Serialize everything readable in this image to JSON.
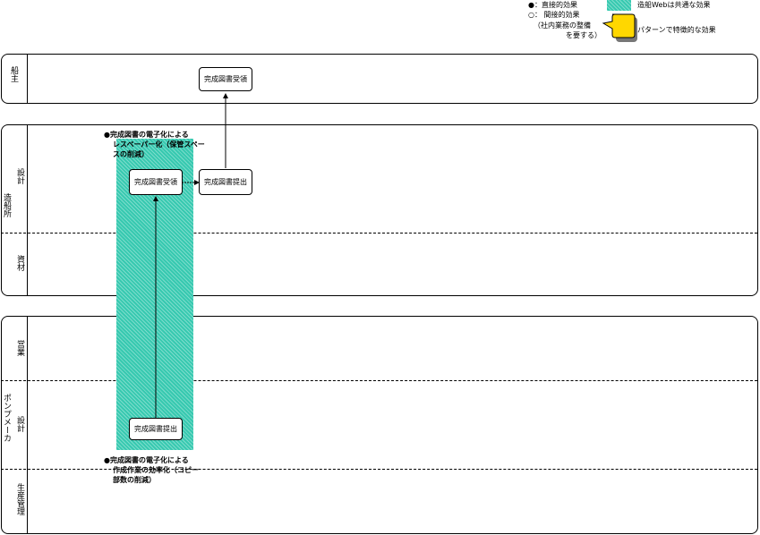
{
  "legend": {
    "direct": "●：直接的効果",
    "indirect": "○： 間接的効果",
    "indirect_note_1": "（社内業務の整備",
    "indirect_note_2": "を要する）",
    "web_common": "造船Webは共通な効果",
    "pattern": "パターンで特徴的な効果",
    "colors": {
      "teal": "#37c9b0",
      "yellow": "#ffd700"
    }
  },
  "lanes": {
    "owner": {
      "label": "船主"
    },
    "shipyard": {
      "label": "造船所",
      "sub": [
        "設計",
        "資材"
      ]
    },
    "pump_maker": {
      "label": "ポンプメーカ",
      "sub": [
        "営業",
        "設計",
        "生産管理"
      ]
    }
  },
  "nodes": {
    "owner_receive": "完成図書受領",
    "yard_receive": "完成図書受領",
    "yard_submit": "完成図書提出",
    "maker_submit": "完成図書提出"
  },
  "notes": {
    "top": [
      "●完成図書の電子化による",
      "レスペーパー化（保管スペー",
      "スの削減）"
    ],
    "bottom": [
      "●完成図書の電子化による",
      "作成作業の効率化（コピー",
      "部数の削減）"
    ]
  }
}
